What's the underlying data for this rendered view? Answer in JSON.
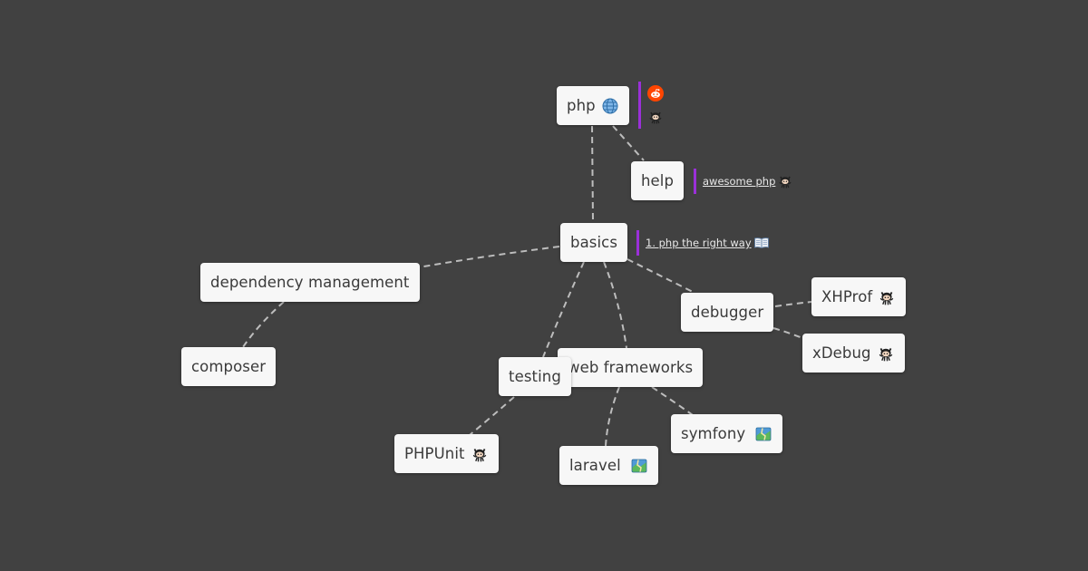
{
  "colors": {
    "background": "#414141",
    "node_fill": "#f7f7f7",
    "edge": "#bdbdbd",
    "note_bar": "#9b30d9",
    "reddit": "#ff4500"
  },
  "nodes": {
    "php": {
      "label": "php",
      "icon": "globe-icon"
    },
    "help": {
      "label": "help"
    },
    "basics": {
      "label": "basics"
    },
    "dependency": {
      "label": "dependency management"
    },
    "composer": {
      "label": "composer"
    },
    "testing": {
      "label": "testing"
    },
    "web_frameworks": {
      "label": "web frameworks"
    },
    "debugger": {
      "label": "debugger"
    },
    "xhprof": {
      "label": "XHProf",
      "icon": "github-icon"
    },
    "xdebug": {
      "label": "xDebug",
      "icon": "github-icon"
    },
    "phpunit": {
      "label": "PHPUnit",
      "icon": "github-icon"
    },
    "laravel": {
      "label": "laravel",
      "icon": "map-icon"
    },
    "symfony": {
      "label": "symfony",
      "icon": "map-icon"
    }
  },
  "notes": {
    "php_links": {
      "icons": [
        "reddit-icon",
        "github-icon"
      ]
    },
    "help_link": {
      "text": "awesome php",
      "icon": "github-icon"
    },
    "basics_link": {
      "text": "1. php the right way",
      "icon": "book-icon"
    }
  },
  "edges": [
    [
      "php",
      "help"
    ],
    [
      "php",
      "basics"
    ],
    [
      "basics",
      "dependency"
    ],
    [
      "dependency",
      "composer"
    ],
    [
      "basics",
      "testing"
    ],
    [
      "basics",
      "web_frameworks"
    ],
    [
      "basics",
      "debugger"
    ],
    [
      "debugger",
      "xhprof"
    ],
    [
      "debugger",
      "xdebug"
    ],
    [
      "testing",
      "phpunit"
    ],
    [
      "web_frameworks",
      "laravel"
    ],
    [
      "web_frameworks",
      "symfony"
    ]
  ]
}
